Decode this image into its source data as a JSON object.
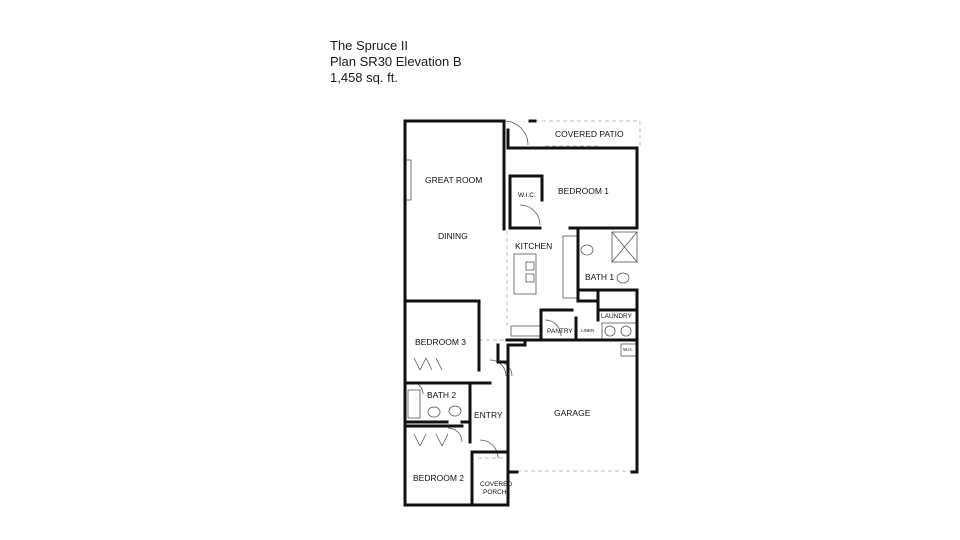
{
  "header": {
    "name": "The Spruce II",
    "plan": "Plan SR30 Elevation B",
    "area": "1,458 sq. ft."
  },
  "rooms": {
    "great_room": "GREAT ROOM",
    "dining": "DINING",
    "covered_patio": "COVERED PATIO",
    "wic": "W.I.C.",
    "bedroom1": "BEDROOM 1",
    "kitchen": "KITCHEN",
    "bath1": "BATH 1",
    "pantry": "PANTRY",
    "linen": "LINEN",
    "laundry": "LAUNDRY",
    "wh": "W.H.",
    "bedroom3": "BEDROOM 3",
    "bath2": "BATH 2",
    "entry": "ENTRY",
    "garage": "GARAGE",
    "bedroom2": "BEDROOM 2",
    "covered_porch_1": "COVERED",
    "covered_porch_2": "PORCH"
  }
}
